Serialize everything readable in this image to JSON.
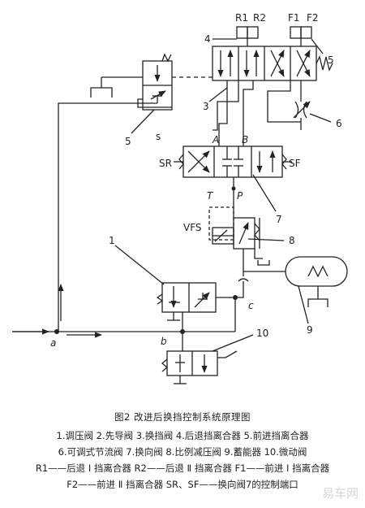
{
  "labels": {
    "r1": "R1",
    "r2": "R2",
    "f1": "F1",
    "f2": "F2",
    "a_port": "A",
    "b_port": "B",
    "sr": "SR",
    "sf": "SF",
    "t_port": "T",
    "p_port": "P",
    "vfs": "VFS",
    "s": "s",
    "pt_a": "a",
    "pt_b": "b",
    "pt_c": "c",
    "n1": "1",
    "n3": "3",
    "n4": "4",
    "n5a": "5",
    "n5b": "5",
    "n6": "6",
    "n7": "7",
    "n8": "8",
    "n9": "9",
    "n10": "10"
  },
  "caption": {
    "title": "图2  改进后换挡控制系统原理图",
    "line1": "1.调压阀  2.先导阀  3.换挡阀  4.后退挡离合器  5.前进挡离合器",
    "line2": "6.可调式节流阀  7.换向阀  8.比例减压阀  9.蓄能器  10.微动阀",
    "line3": "R1——后退 Ⅰ 挡离合器   R2——后退 Ⅱ 挡离合器   F1——前进 Ⅰ 挡离合器",
    "line4": "F2——前进 Ⅱ 挡离合器   SR、SF——换向阀7的控制端口"
  },
  "watermark": "易车网"
}
